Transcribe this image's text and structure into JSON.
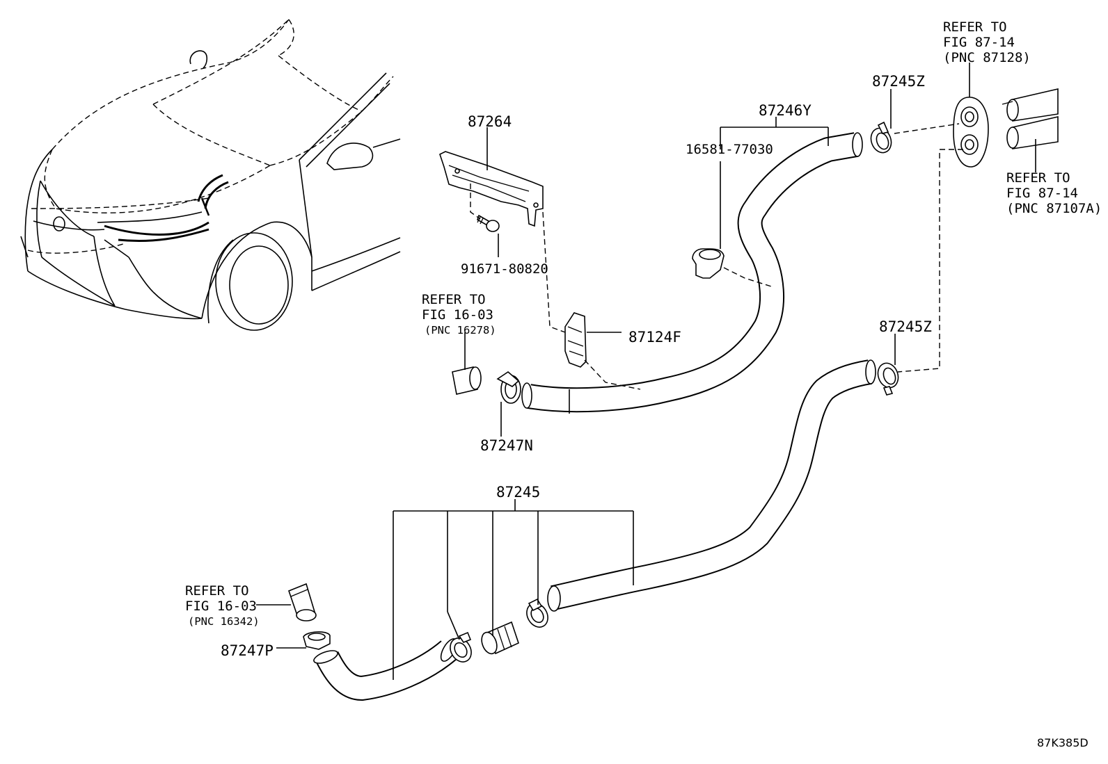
{
  "figure": {
    "code": "87K385D"
  },
  "callouts": {
    "c87264": "87264",
    "c91671": "91671-80820",
    "c87124F": "87124F",
    "c87246Y": "87246Y",
    "c16581": "16581-77030",
    "c87245Z_top": "87245Z",
    "c87245Z_mid": "87245Z",
    "c87247N": "87247N",
    "c87245": "87245",
    "c87247P": "87247P"
  },
  "refers": {
    "r1": {
      "line1": "REFER TO",
      "line2": "FIG 87-14",
      "line3": "(PNC 87128)"
    },
    "r2": {
      "line1": "REFER TO",
      "line2": "FIG 87-14",
      "line3": "(PNC 87107A)"
    },
    "r3": {
      "line1": "REFER TO",
      "line2": "FIG 16-03",
      "line3": "(PNC 16278)"
    },
    "r4": {
      "line1": "REFER TO",
      "line2": "FIG 16-03",
      "line3": "(PNC 16342)"
    }
  }
}
